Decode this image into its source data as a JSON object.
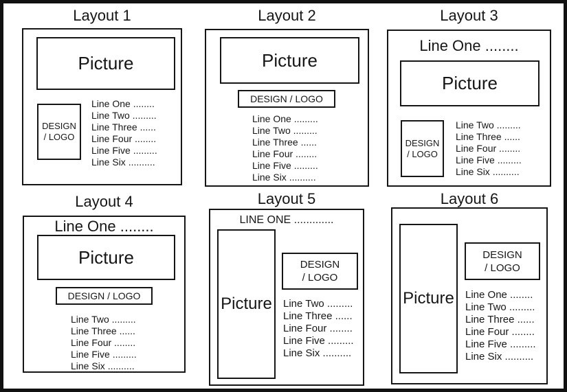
{
  "colors": {
    "ink": "#151515",
    "background": "#ffffff"
  },
  "layouts": [
    {
      "title": "Layout 1",
      "picture_label": "Picture",
      "logo_line1": "DESIGN",
      "logo_line2": "/ LOGO",
      "lines": [
        "Line One ........",
        "Line Two .........",
        "Line Three ......",
        "Line Four ........",
        "Line Five .........",
        "Line Six .........."
      ]
    },
    {
      "title": "Layout 2",
      "picture_label": "Picture",
      "logo_label": "DESIGN / LOGO",
      "lines": [
        "Line One .........",
        "Line Two .........",
        "Line Three ......",
        "Line Four ........",
        "Line Five .........",
        "Line Six .........."
      ]
    },
    {
      "title": "Layout 3",
      "header_line": "Line One ........",
      "picture_label": "Picture",
      "logo_line1": "DESIGN",
      "logo_line2": "/ LOGO",
      "lines": [
        "Line Two .........",
        "Line Three ......",
        "Line Four ........",
        "Line Five .........",
        "Line Six .........."
      ]
    },
    {
      "title": "Layout 4",
      "header_line": "Line One ........",
      "picture_label": "Picture",
      "logo_label": "DESIGN / LOGO",
      "lines": [
        "Line Two .........",
        "Line Three ......",
        "Line Four ........",
        "Line Five .........",
        "Line Six .........."
      ]
    },
    {
      "title": "Layout 5",
      "header_line": "LINE ONE .............",
      "picture_label": "Picture",
      "logo_line1": "DESIGN",
      "logo_line2": "/ LOGO",
      "lines": [
        "Line Two .........",
        "Line Three ......",
        "Line Four ........",
        "Line Five .........",
        "Line Six .........."
      ]
    },
    {
      "title": "Layout 6",
      "picture_label": "Picture",
      "logo_line1": "DESIGN",
      "logo_line2": "/ LOGO",
      "lines": [
        "Line One ........",
        "Line Two .........",
        "Line Three ......",
        "Line Four ........",
        "Line Five .........",
        "Line Six .........."
      ]
    }
  ]
}
